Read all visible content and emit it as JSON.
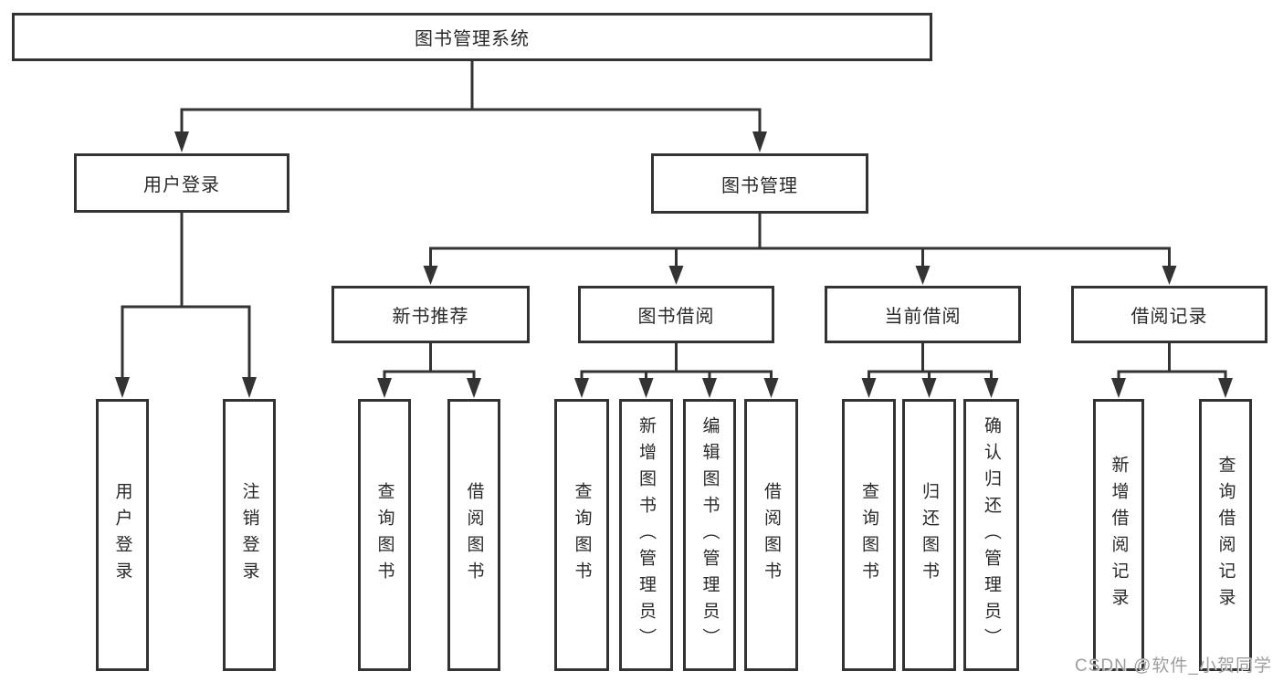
{
  "page": {
    "background": "#ffffff",
    "line_color": "#333333",
    "box_background": "#ffffff",
    "text_color": "#2a2a2a"
  },
  "watermark": {
    "text": "CSDN @软件_小贺同学",
    "color": "#9e9e9e"
  },
  "diagram": {
    "type": "tree",
    "root": {
      "label": "图书管理系统",
      "children": [
        {
          "label": "用户登录",
          "children": [
            {
              "label": "用户登录"
            },
            {
              "label": "注销登录"
            }
          ]
        },
        {
          "label": "图书管理",
          "children": [
            {
              "label": "新书推荐",
              "children": [
                {
                  "label": "查询图书"
                },
                {
                  "label": "借阅图书"
                }
              ]
            },
            {
              "label": "图书借阅",
              "children": [
                {
                  "label": "查询图书"
                },
                {
                  "label": "新增图书（管理员）"
                },
                {
                  "label": "编辑图书（管理员）"
                },
                {
                  "label": "借阅图书"
                }
              ]
            },
            {
              "label": "当前借阅",
              "children": [
                {
                  "label": "查询图书"
                },
                {
                  "label": "归还图书"
                },
                {
                  "label": "确认归还（管理员）"
                }
              ]
            },
            {
              "label": "借阅记录",
              "children": [
                {
                  "label": "新增借阅记录"
                },
                {
                  "label": "查询借阅记录"
                }
              ]
            }
          ]
        }
      ]
    }
  }
}
